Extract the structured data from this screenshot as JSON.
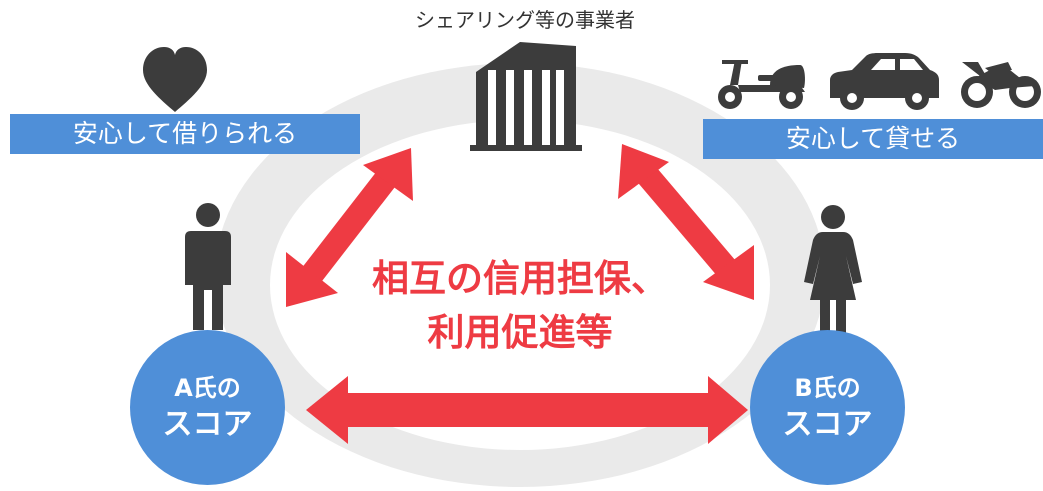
{
  "provider": {
    "label": "シェアリング等の事業者",
    "icon": "building-icon"
  },
  "left_banner": {
    "label": "安心して借りられる",
    "icon": "heart-icon"
  },
  "right_banner": {
    "label": "安心して貸せる",
    "icon_list": [
      "scooter-icon",
      "car-icon",
      "motorcycle-icon"
    ]
  },
  "center": {
    "line1": "相互の信用担保、",
    "line2": "利用促進等"
  },
  "score_a": {
    "line1": "A氏の",
    "line2": "スコア"
  },
  "score_b": {
    "line1": "B氏の",
    "line2": "スコア"
  },
  "colors": {
    "arrow": "#ee3b43",
    "blue": "#4f8fd8",
    "icon": "#3c3c3c",
    "ellipse": "#eaeaea"
  }
}
